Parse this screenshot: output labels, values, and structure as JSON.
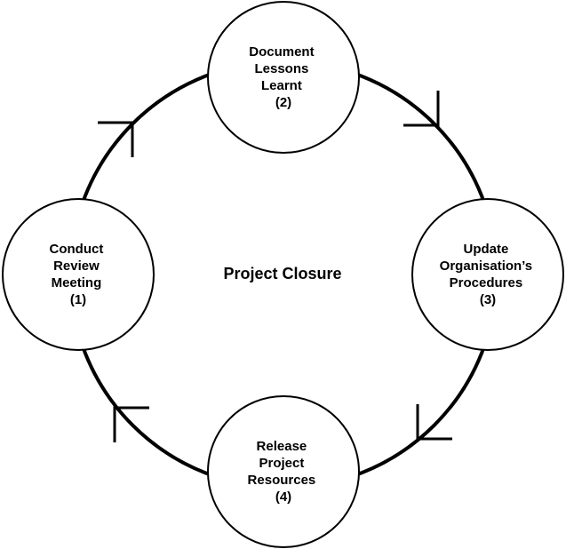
{
  "center_title": "Project Closure",
  "steps": [
    {
      "lines": [
        "Document",
        "Lessons",
        "Learnt",
        "(2)"
      ]
    },
    {
      "lines": [
        "Update",
        "Organisation’s",
        "Procedures",
        "(3)"
      ]
    },
    {
      "lines": [
        "Release",
        "Project",
        "Resources",
        "(4)"
      ]
    },
    {
      "lines": [
        "Conduct",
        "Review",
        "Meeting",
        "(1)"
      ]
    }
  ],
  "flow_direction": "clockwise",
  "colors": {
    "stroke": "#000000",
    "fill": "#ffffff"
  }
}
